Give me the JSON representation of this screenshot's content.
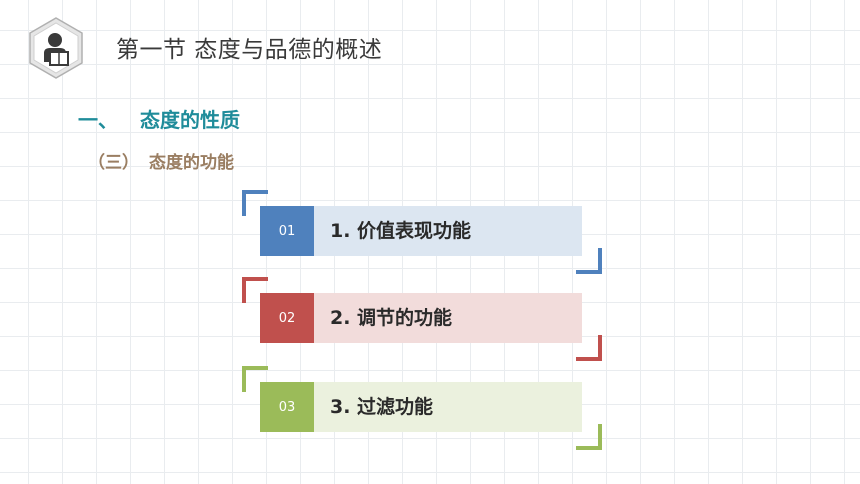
{
  "header": {
    "title": "第一节  态度与品德的概述",
    "icon": "reader-icon"
  },
  "section": {
    "number": "一、",
    "title": "态度的性质"
  },
  "subsection": {
    "number": "（三）",
    "title": "态度的功能"
  },
  "items": [
    {
      "number": "01",
      "label": "1. 价值表现功能",
      "accent_color": "#4f81bd",
      "bar_color": "#dce6f1"
    },
    {
      "number": "02",
      "label": "2. 调节的功能",
      "accent_color": "#c0504d",
      "bar_color": "#f2dcdb"
    },
    {
      "number": "03",
      "label": "3. 过滤功能",
      "accent_color": "#9bbb59",
      "bar_color": "#ebf1de"
    }
  ]
}
